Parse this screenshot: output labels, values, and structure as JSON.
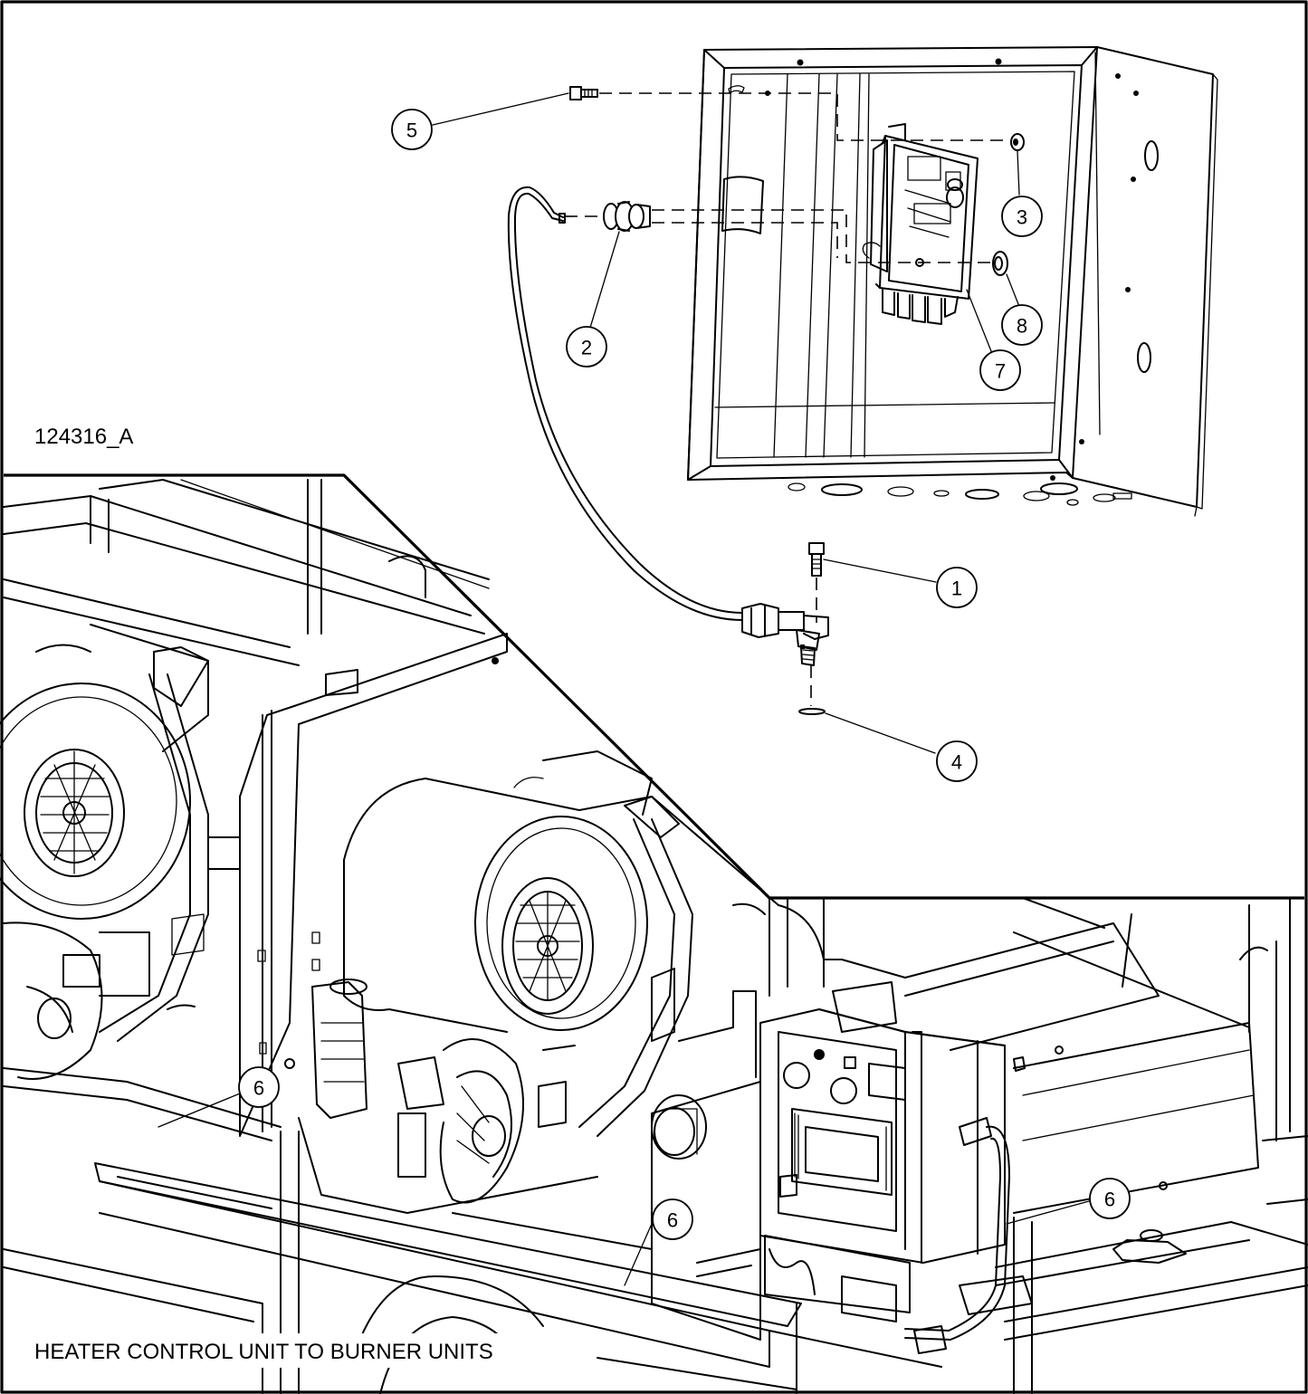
{
  "figure": {
    "drawing_number": "124316_A",
    "caption": "HEATER CONTROL UNIT TO BURNER UNITS"
  },
  "callouts": [
    {
      "id": "c5",
      "label": "5"
    },
    {
      "id": "c3",
      "label": "3"
    },
    {
      "id": "c2",
      "label": "2"
    },
    {
      "id": "c8",
      "label": "8"
    },
    {
      "id": "c7",
      "label": "7"
    },
    {
      "id": "c1",
      "label": "1"
    },
    {
      "id": "c4",
      "label": "4"
    },
    {
      "id": "c6a",
      "label": "6"
    },
    {
      "id": "c6b",
      "label": "6"
    },
    {
      "id": "c6c",
      "label": "6"
    }
  ]
}
